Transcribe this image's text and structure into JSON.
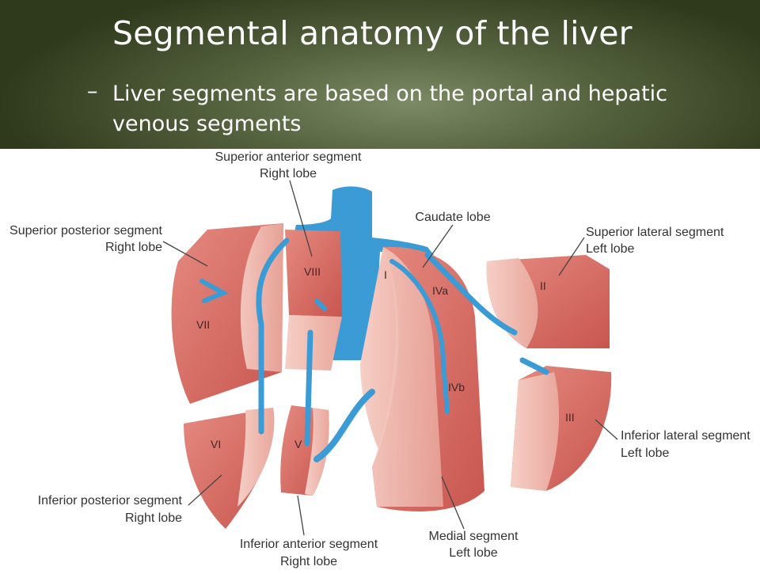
{
  "slide": {
    "title": "Segmental anatomy of the liver",
    "bullet_marker": "–",
    "bullet": "Liver segments are based on the portal and hepatic venous segments"
  },
  "diagram": {
    "segment_numerals": {
      "i": "I",
      "ii": "II",
      "iii": "III",
      "iva": "IVa",
      "ivb": "IVb",
      "v": "V",
      "vi": "VI",
      "vii": "VII",
      "viii": "VIII"
    },
    "labels": {
      "superior_anterior": [
        "Superior anterior segment",
        "Right lobe"
      ],
      "superior_posterior": [
        "Superior posterior segment",
        "Right lobe"
      ],
      "caudate": [
        "Caudate lobe"
      ],
      "superior_lateral": [
        "Superior lateral segment",
        "Left lobe"
      ],
      "inferior_lateral": [
        "Inferior lateral segment",
        "Left lobe"
      ],
      "inferior_posterior": [
        "Inferior posterior segment",
        "Right lobe"
      ],
      "inferior_anterior": [
        "Inferior anterior segment",
        "Right lobe"
      ],
      "medial": [
        "Medial segment",
        "Left lobe"
      ]
    },
    "colors": {
      "liver": "#d9726a",
      "liver_light": "#f0bcb2",
      "vessel": "#3a9bd5"
    }
  }
}
